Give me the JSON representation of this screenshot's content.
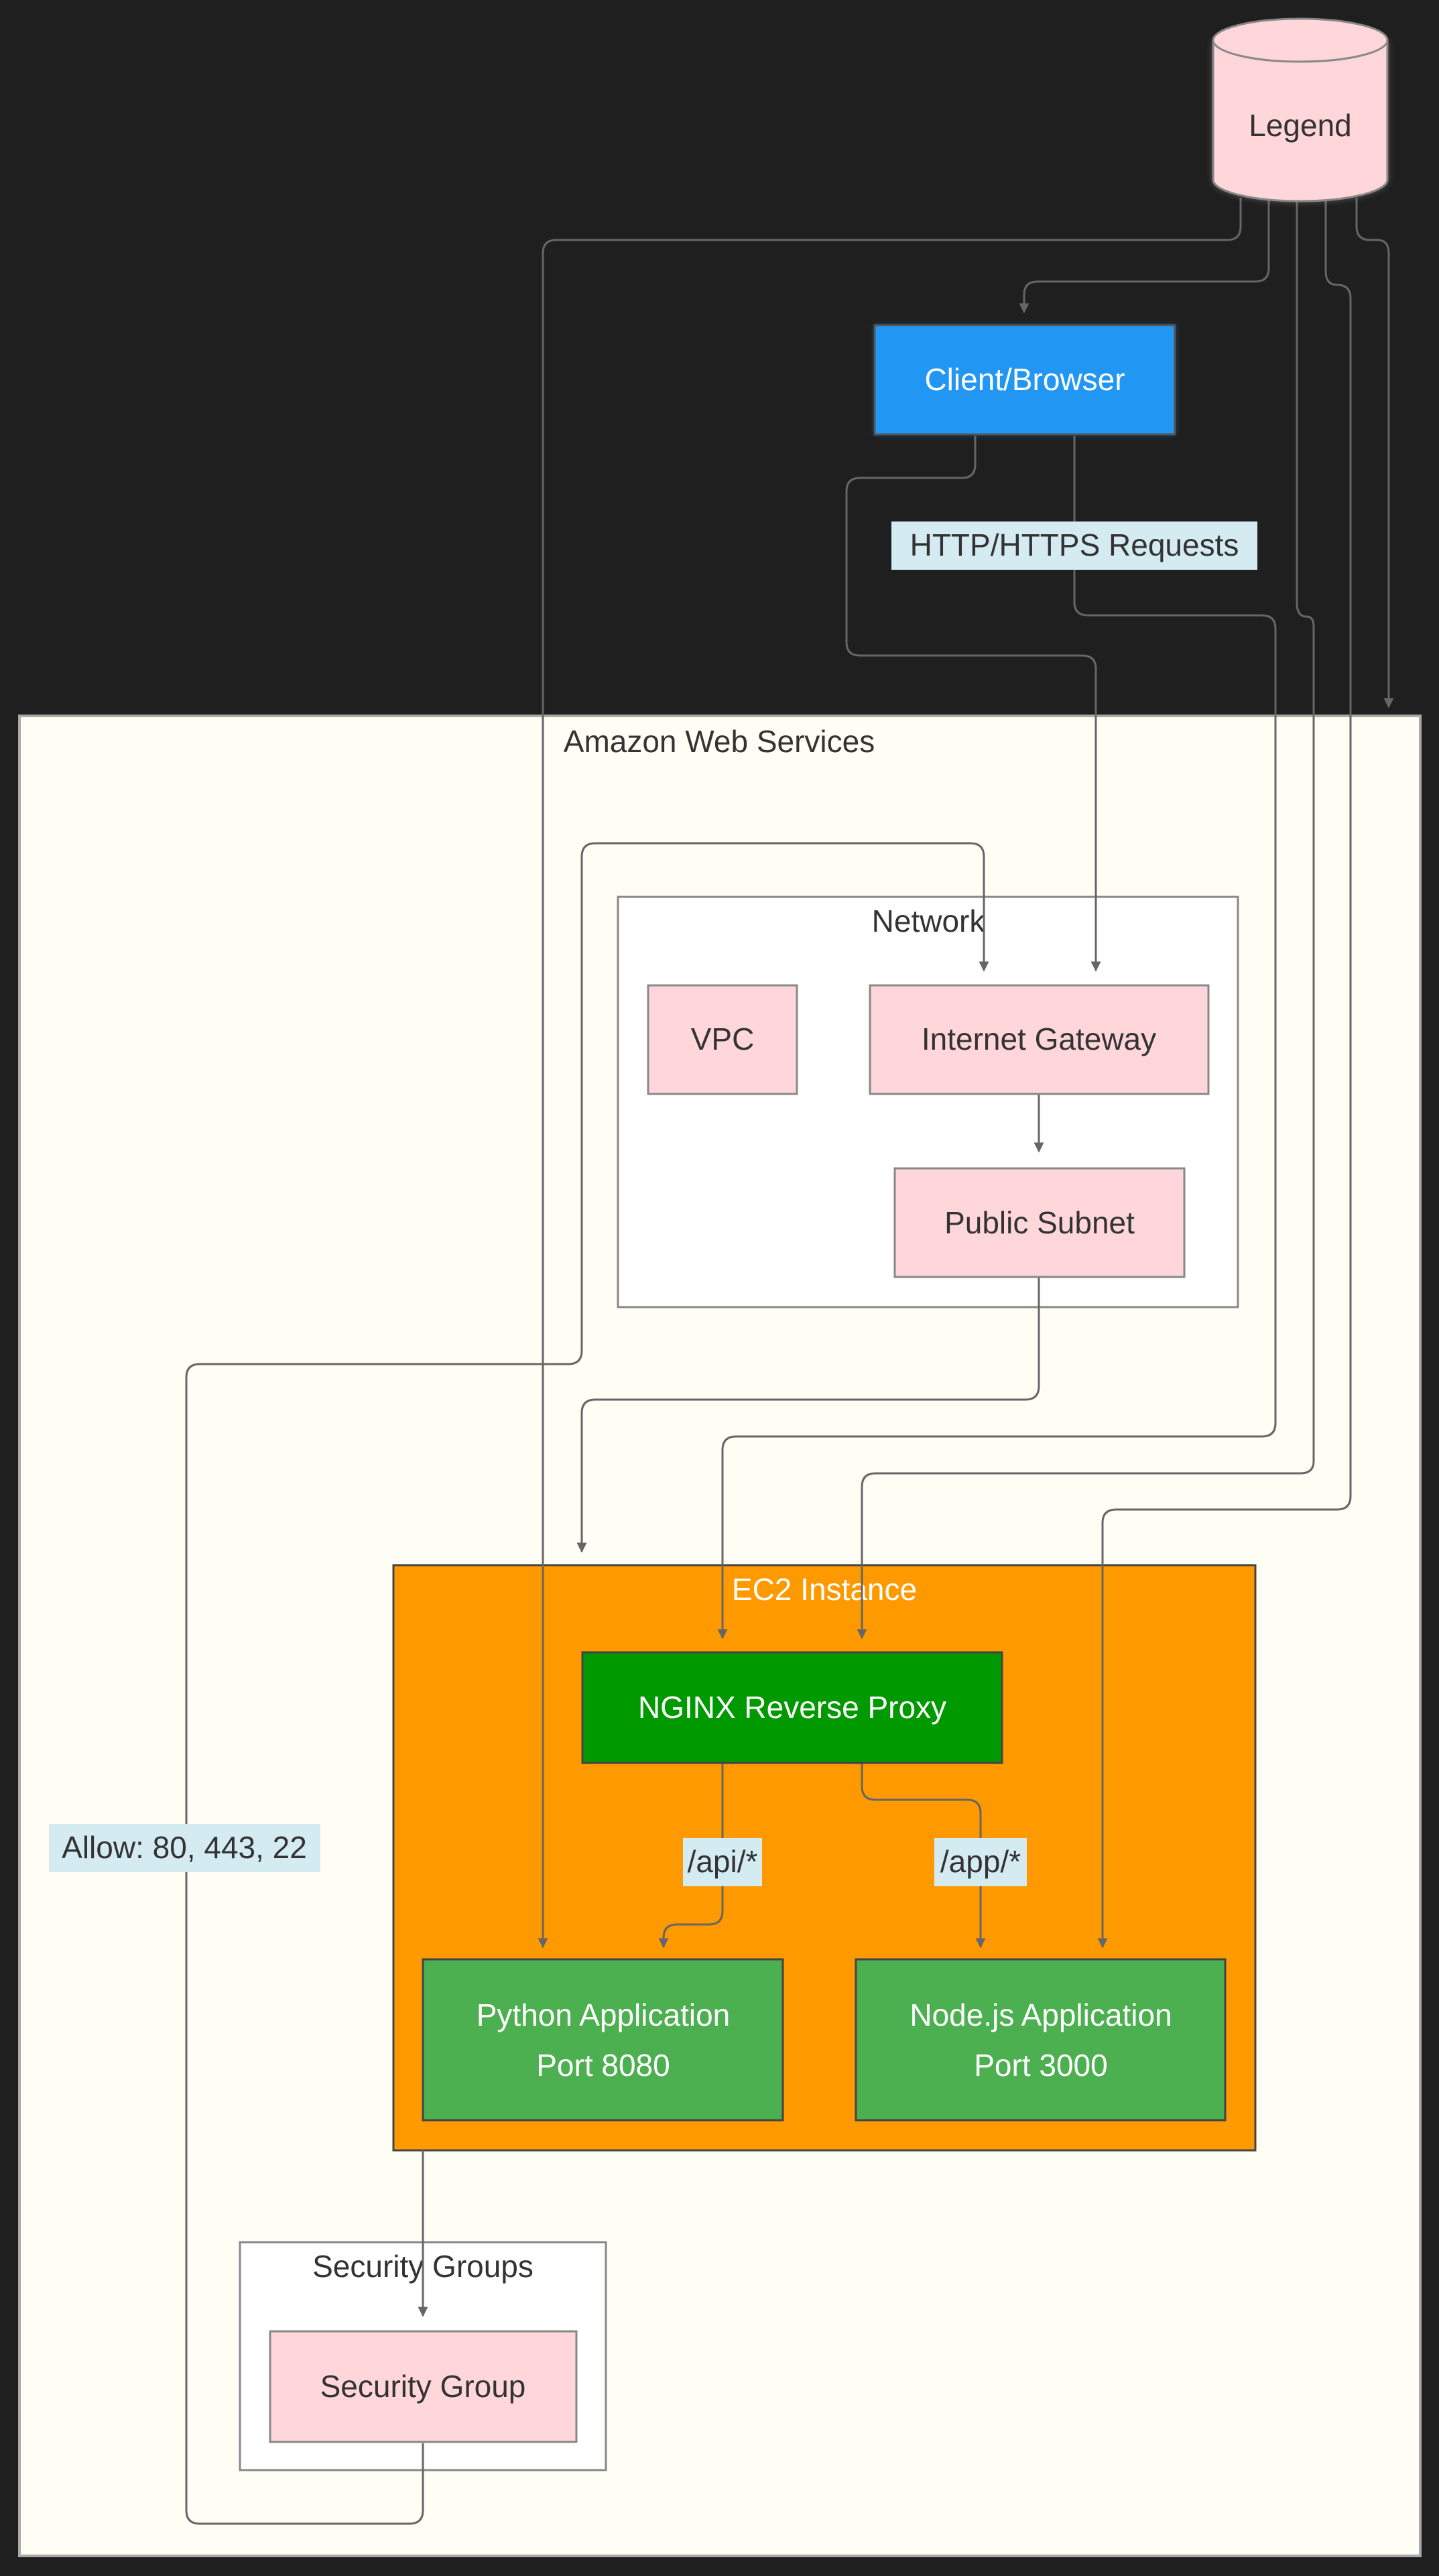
{
  "diagram": {
    "groups": {
      "aws": "Amazon Web Services",
      "network": "Network",
      "ec2": "EC2 Instance",
      "security": "Security Groups"
    },
    "nodes": {
      "legend": "Legend",
      "client": "Client/Browser",
      "vpc": "VPC",
      "igw": "Internet Gateway",
      "subnet": "Public Subnet",
      "nginx": "NGINX Reverse Proxy",
      "python": [
        "Python Application",
        "Port 8080"
      ],
      "node": [
        "Node.js Application",
        "Port 3000"
      ],
      "secgroup": "Security Group"
    },
    "edge_labels": {
      "http": "HTTP/HTTPS Requests",
      "allow": "Allow: 80, 443, 22",
      "api": "/api/*",
      "app": "/app/*"
    },
    "colors": {
      "background": "#1f1f1f",
      "aws_fill": "#fffef5",
      "ec2_fill": "#ff9900",
      "client_fill": "#2196f3",
      "nginx_fill": "#009900",
      "app_fill": "#4caf50",
      "pink_node_fill": "#ffd6d9",
      "edge_label_bg": "#d4ebf2",
      "edge": "#666666"
    }
  }
}
